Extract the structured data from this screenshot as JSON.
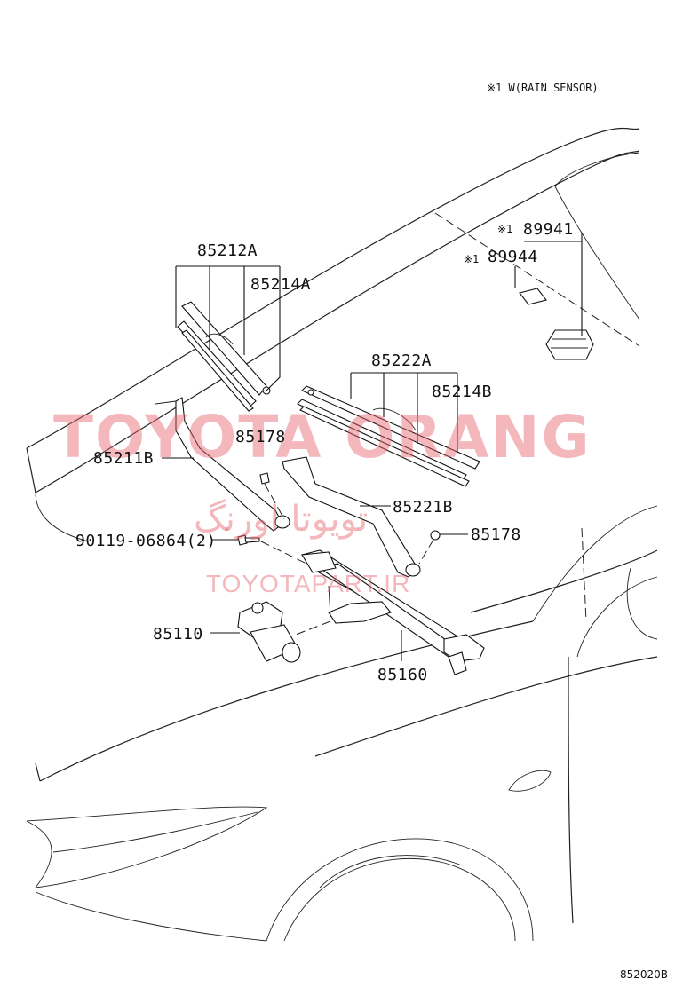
{
  "note": "※1 W(RAIN SENSOR)",
  "labels": {
    "p85212A": "85212A",
    "p85214A": "85214A",
    "p85222A": "85222A",
    "p85214B": "85214B",
    "p85178_top": "85178",
    "p85211B": "85211B",
    "p85221B": "85221B",
    "p85178_right": "85178",
    "p90119": "90119-06864(2)",
    "p85110": "85110",
    "p85160": "85160",
    "p89941": "89941",
    "p89944": "89944",
    "mark1a": "※1",
    "mark1b": "※1"
  },
  "watermark": {
    "line1": "TOYOTA ORANG",
    "line2": "تویوتا اورنگ",
    "line3": "TOYOTAPART.IR"
  },
  "diagram_code": "852020B"
}
